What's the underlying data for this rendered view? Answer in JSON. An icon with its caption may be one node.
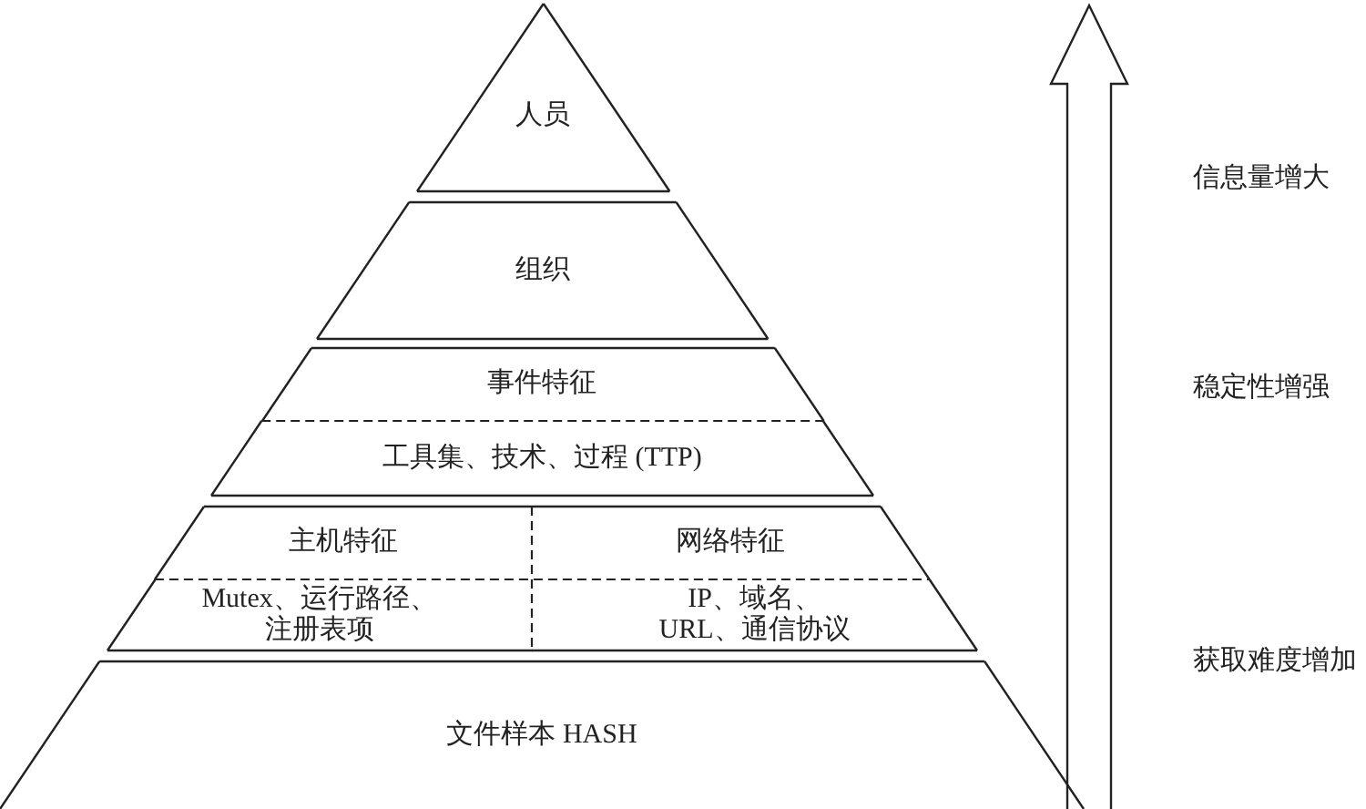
{
  "diagram": {
    "nodes": [
      {
        "text": [
          "人员"
        ]
      },
      {
        "text": [
          "组织"
        ]
      },
      {
        "text": [
          "事件特征"
        ]
      },
      {
        "text": [
          "工具集、技术、过程 (TTP)"
        ]
      },
      {
        "text": [
          "主机特征"
        ]
      },
      {
        "text": [
          "网络特征"
        ]
      },
      {
        "text": [
          "Mutex、运行路径、注册表项"
        ]
      },
      {
        "text": [
          "IP、域名、URL、通信协议"
        ]
      },
      {
        "text": [
          "文件样本 HASH"
        ]
      }
    ],
    "labels": [
      "信息量增大",
      "稳定性增强",
      "获取难度增加"
    ]
  }
}
